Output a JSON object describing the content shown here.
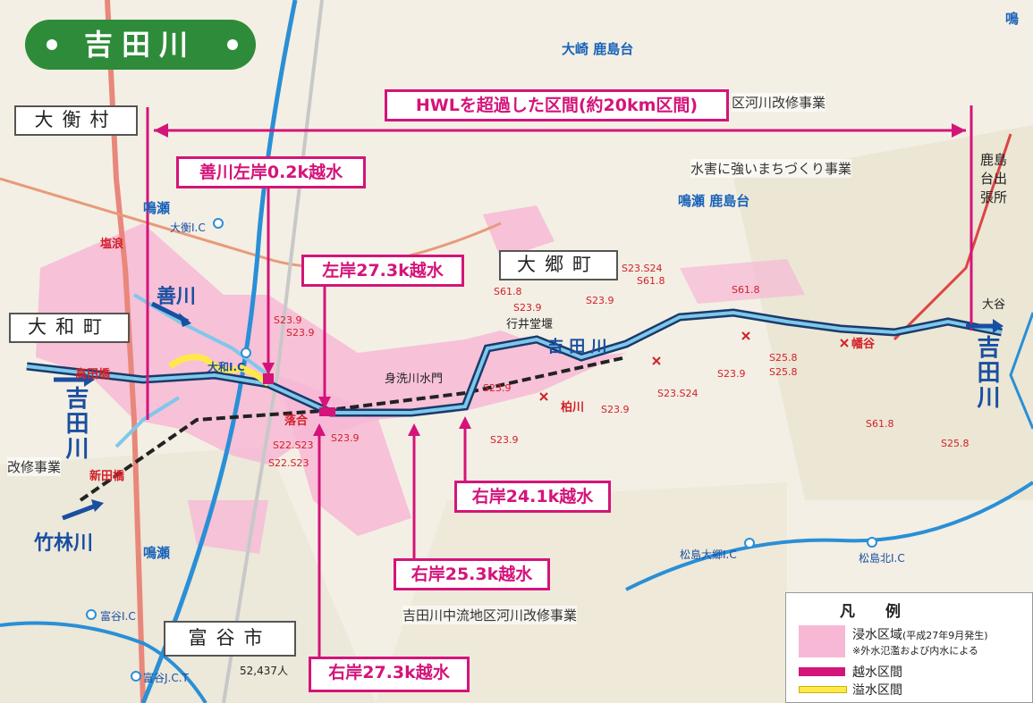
{
  "title": "吉田川",
  "hwl_label": "HWLを超過した区間(約20km区間)",
  "overflow_labels": {
    "zenkawa": "善川左岸0.2k越水",
    "left_27_3": "左岸27.3k越水",
    "right_24_1": "右岸24.1k越水",
    "right_25_3": "右岸25.3k越水",
    "right_27_3": "右岸27.3k越水"
  },
  "municipalities": {
    "ohira": "大衡村",
    "taiwa": "大和町",
    "osato": "大郷町",
    "tomiya": "富谷市"
  },
  "rivers": {
    "yoshida_left": "吉田川",
    "yoshida_right": "吉田川",
    "yoshida_mid": "吉 田 川",
    "zenkawa": "善川",
    "takebayashi": "竹林川"
  },
  "directions": {
    "osaki_kashimadai": "大崎 鹿島台",
    "naruse_kashimadai": "鳴瀬 鹿島台",
    "naruse_top": "鳴瀬",
    "naruse_bottom": "鳴瀬",
    "naru_corner": "鳴"
  },
  "projects": {
    "kasen_kaishu": "区河川改修事業",
    "suigai": "水害に強いまちづくり事業",
    "chuuryu": "吉田川中流地区河川改修事業",
    "kaishu_left": "改修事業"
  },
  "places": {
    "kashimadai_office": "鹿島台出張所",
    "ochiai": "落合",
    "takadabashi": "高田橋",
    "niitabashi": "新田橋",
    "shionami": "塩浪",
    "taiwa_ic": "大和I.C",
    "ohira_ic": "大衡I.C",
    "tomiya_ic": "富谷I.C",
    "tomiya_jct": "富谷J.C.T",
    "matsushima_ic": "松島北I.C",
    "matsushima_daisen": "松島大郷I.C",
    "misaraigawa": "身洗川水門",
    "gyoi_dou": "行井堂堰",
    "kashiwagawa": "柏川",
    "hatoya": "幡谷",
    "population": "52,437人",
    "oya": "大谷"
  },
  "red_marks": [
    "S23.9",
    "S23.9",
    "S23.9",
    "S22.S23",
    "S22.S23",
    "S23.9",
    "S61.8",
    "S23.9",
    "S23.9",
    "S23.S24",
    "S61.8",
    "S23.9",
    "S23.9",
    "S23.S24",
    "S61.8",
    "S23.9",
    "S25.8",
    "S25.8",
    "S61.8",
    "S25.8"
  ],
  "legend": {
    "title": "凡　　例",
    "inundation": "浸水区域",
    "inundation_note": "(平成27年9月発生)",
    "inundation_sub": "※外水氾濫および内水による",
    "overflow": "越水区間",
    "spill": "溢水区間"
  },
  "colors": {
    "magenta": "#d4147a",
    "inundation_pink": "#f7b8d6",
    "river_blue": "#2a8fd6",
    "title_green": "#2e8b3a",
    "spill_yellow": "#ffe94a"
  }
}
